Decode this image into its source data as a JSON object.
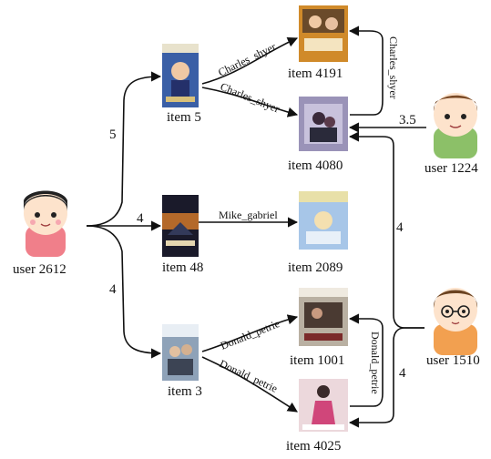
{
  "users": {
    "u2612": {
      "label": "user 2612",
      "hair": "#222222",
      "shirt": "#f07f8a",
      "skin": "#fde3cc"
    },
    "u1224": {
      "label": "user 1224",
      "hair": "#7a4a26",
      "shirt": "#8cc068",
      "skin": "#fde3cc"
    },
    "u1510": {
      "label": "user 1510",
      "hair": "#6b4321",
      "shirt": "#f2a050",
      "skin": "#fde3cc",
      "glasses": true
    }
  },
  "items": {
    "i5": {
      "label": "item 5"
    },
    "i48": {
      "label": "item 48"
    },
    "i3": {
      "label": "item 3"
    },
    "i4191": {
      "label": "item 4191"
    },
    "i4080": {
      "label": "item 4080"
    },
    "i2089": {
      "label": "item 2089"
    },
    "i1001": {
      "label": "item 1001"
    },
    "i4025": {
      "label": "item 4025"
    }
  },
  "ratings": {
    "u2612_i5": "5",
    "u2612_i48": "4",
    "u2612_i3": "4",
    "u1224_i4080": "3.5",
    "u1510_i4080": "4",
    "u1510_i4025": "4"
  },
  "relations": {
    "i5_i4191": "Charles_shyer",
    "i5_i4080": "Charles_shyer",
    "i4080_i4191": "Charles_shyer",
    "i48_i2089": "Mike_gabriel",
    "i3_i1001": "Donald_petrie",
    "i3_i4025": "Donald_petrie",
    "i4025_i1001": "Donald_petrie"
  },
  "colors": {
    "line": "#111111",
    "poster_i5": "#3a5fa6",
    "poster_i48": "#1a1a2a",
    "poster_i3": "#8ea2b8",
    "poster_i4191": "#d08a2a",
    "poster_i4080": "#9a93b8",
    "poster_i2089": "#a7c6e8",
    "poster_i1001": "#b9b0a2",
    "poster_i4025": "#ecd8dc"
  }
}
